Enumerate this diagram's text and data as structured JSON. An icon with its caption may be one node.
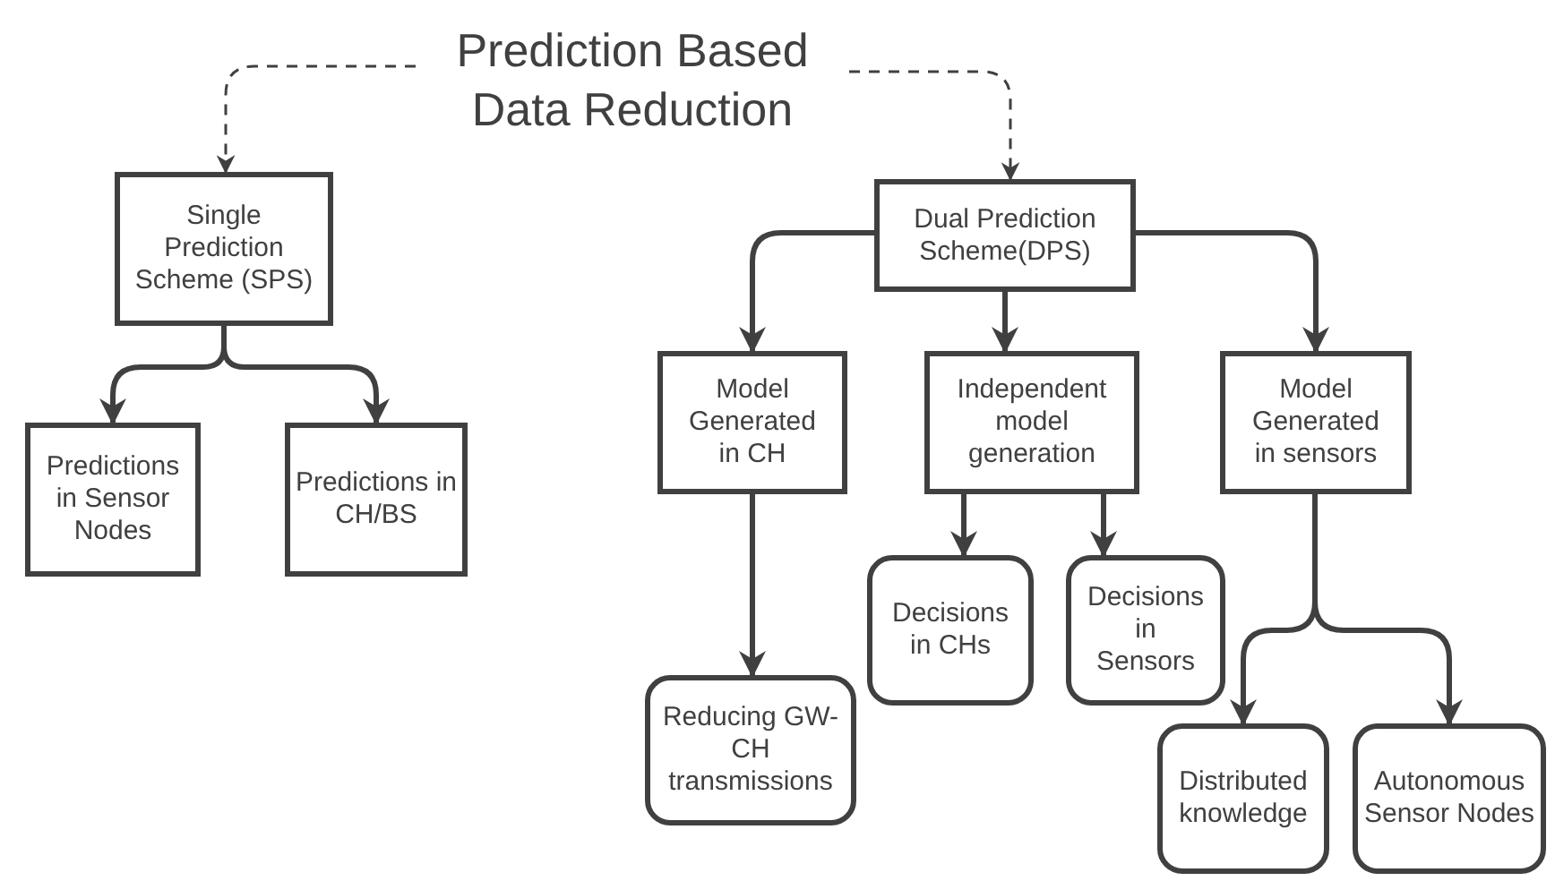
{
  "diagram": {
    "nodes": [
      {
        "text": [
          "Prediction Based Data Reduction"
        ]
      },
      {
        "text": [
          "Single Prediction Scheme (SPS)"
        ]
      },
      {
        "text": [
          "Predictions in Sensor Nodes"
        ]
      },
      {
        "text": [
          "Predictions in CH/BS"
        ]
      },
      {
        "text": [
          "Dual Prediction Scheme(DPS)"
        ]
      },
      {
        "text": [
          "Model Generated in CH"
        ]
      },
      {
        "text": [
          "Independent model generation"
        ]
      },
      {
        "text": [
          "Model Generated in sensors"
        ]
      },
      {
        "text": [
          "Decisions in CHs"
        ]
      },
      {
        "text": [
          "Decisions in Sensors"
        ]
      },
      {
        "text": [
          "Reducing GW-CH transmissions"
        ]
      },
      {
        "text": [
          "Distributed knowledge"
        ]
      },
      {
        "text": [
          "Autonomous Sensor Nodes"
        ]
      }
    ],
    "edges": [
      {
        "from": 0,
        "to": 1,
        "arrow": "to",
        "style": "dashed"
      },
      {
        "from": 0,
        "to": 4,
        "arrow": "to",
        "style": "dashed"
      },
      {
        "from": 1,
        "to": 2,
        "arrow": "to"
      },
      {
        "from": 1,
        "to": 3,
        "arrow": "to"
      },
      {
        "from": 4,
        "to": 5,
        "arrow": "to"
      },
      {
        "from": 4,
        "to": 6,
        "arrow": "to"
      },
      {
        "from": 4,
        "to": 7,
        "arrow": "to"
      },
      {
        "from": 6,
        "to": 8,
        "arrow": "to"
      },
      {
        "from": 6,
        "to": 9,
        "arrow": "to"
      },
      {
        "from": 5,
        "to": 10,
        "arrow": "to"
      },
      {
        "from": 7,
        "to": 11,
        "arrow": "to"
      },
      {
        "from": 7,
        "to": 12,
        "arrow": "to"
      }
    ]
  }
}
